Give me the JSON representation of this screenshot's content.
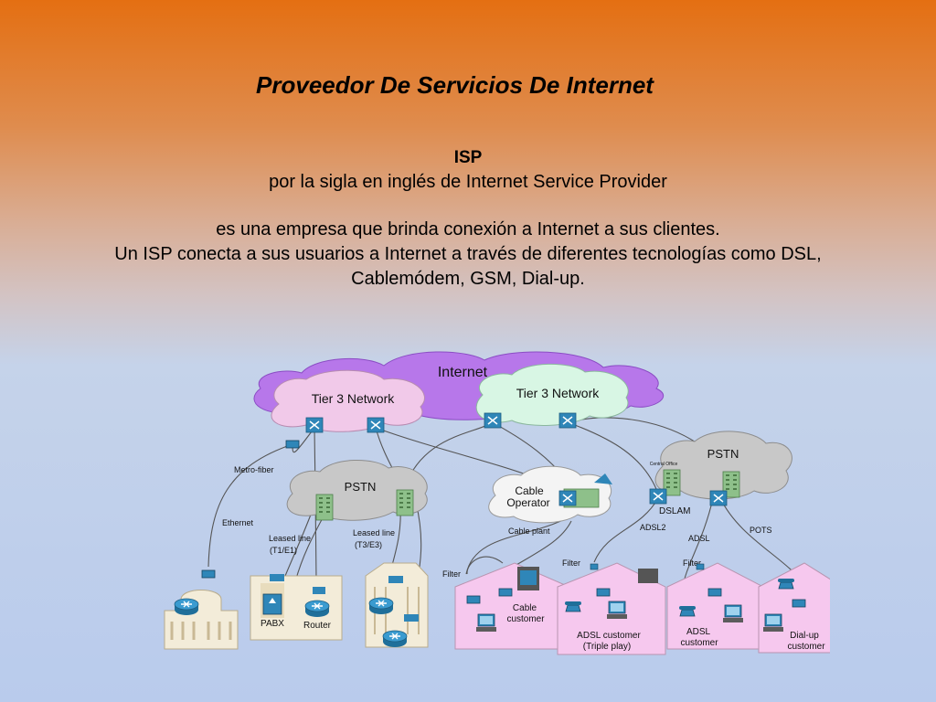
{
  "slide": {
    "title": "Proveedor De Servicios De Internet",
    "heading": "ISP",
    "subtitle": "por la sigla en inglés de Internet Service Provider",
    "body_lines": [
      "es una empresa que brinda conexión a Internet a sus clientes.",
      "Un ISP conecta a sus usuarios a Internet a través de diferentes tecnologías como DSL,",
      "Cablemódem, GSM, Dial-up."
    ]
  },
  "diagram": {
    "clouds": {
      "internet": "Internet",
      "tier3_left": "Tier 3 Network",
      "tier3_right": "Tier 3 Network",
      "pstn_left": "PSTN",
      "pstn_right": "PSTN",
      "cable_operator_1": "Cable",
      "cable_operator_2": "Operator"
    },
    "labels": {
      "metro_fiber": "Metro-fiber",
      "ethernet": "Ethernet",
      "leased_line_1_a": "Leased line",
      "leased_line_1_b": "(T1/E1)",
      "leased_line_2_a": "Leased line",
      "leased_line_2_b": "(T3/E3)",
      "cable_plant": "Cable plant",
      "dslam": "DSLAM",
      "central_office": "Central Office",
      "adsl2": "ADSL2",
      "adsl": "ADSL",
      "pots": "POTS",
      "filter_1": "Filter",
      "filter_2": "Filter",
      "filter_3": "Filter",
      "pabx": "PABX",
      "router": "Router"
    },
    "customers": {
      "cable_1": "Cable",
      "cable_2": "customer",
      "adsl_triple_1": "ADSL customer",
      "adsl_triple_2": "(Triple play)",
      "adsl_1": "ADSL",
      "adsl_2": "customer",
      "dialup_1": "Dial-up",
      "dialup_2": "customer"
    },
    "colors": {
      "internet_cloud": "#b777ea",
      "tier3_left_cloud": "#f1c9e9",
      "tier3_right_cloud": "#d8f6e4",
      "pstn_cloud": "#c8c8c8",
      "cable_cloud": "#f4f4f4",
      "house_fill": "#f6c8ee",
      "device_blue": "#2f86b8",
      "building_green": "#8ec08a"
    }
  }
}
